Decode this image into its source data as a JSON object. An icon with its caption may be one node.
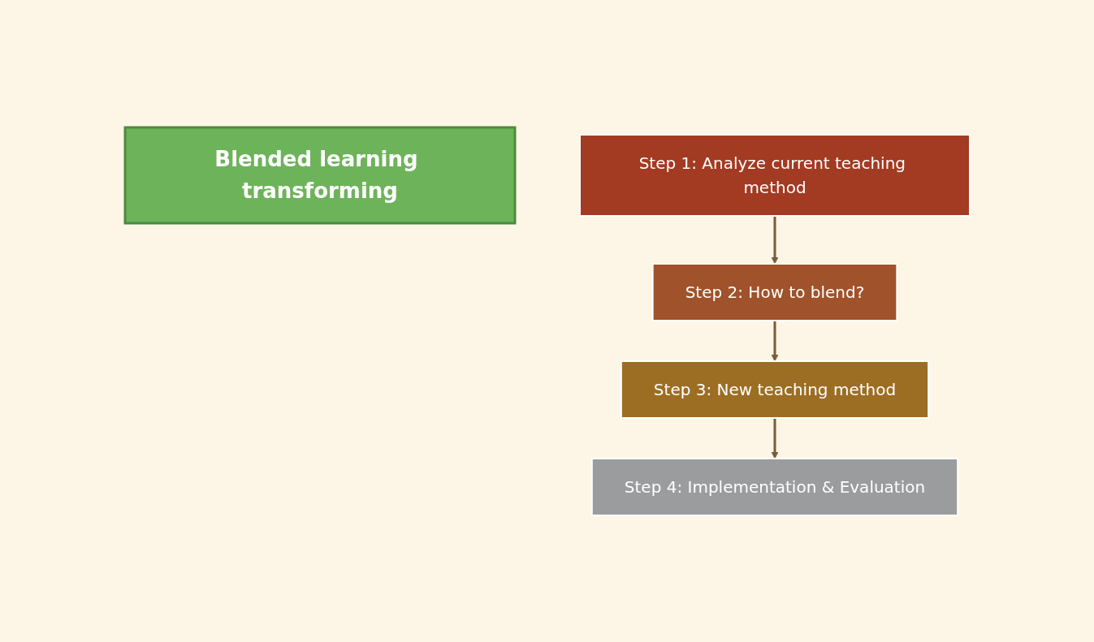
{
  "diagram": {
    "nodes": [
      {
        "text": [
          "Blended learning transforming"
        ]
      },
      {
        "text": [
          "Step 1: Analyze current teaching method"
        ]
      },
      {
        "text": [
          "Step 2: How to blend?"
        ]
      },
      {
        "text": [
          "Step 3: New teaching method"
        ]
      },
      {
        "text": [
          "Step 4: Implementation & Evaluation"
        ]
      }
    ],
    "edges": [
      {
        "from": 1,
        "to": 2,
        "arrow": "to"
      },
      {
        "from": 2,
        "to": 3,
        "arrow": "to"
      },
      {
        "from": 3,
        "to": 4,
        "arrow": "to"
      }
    ]
  }
}
